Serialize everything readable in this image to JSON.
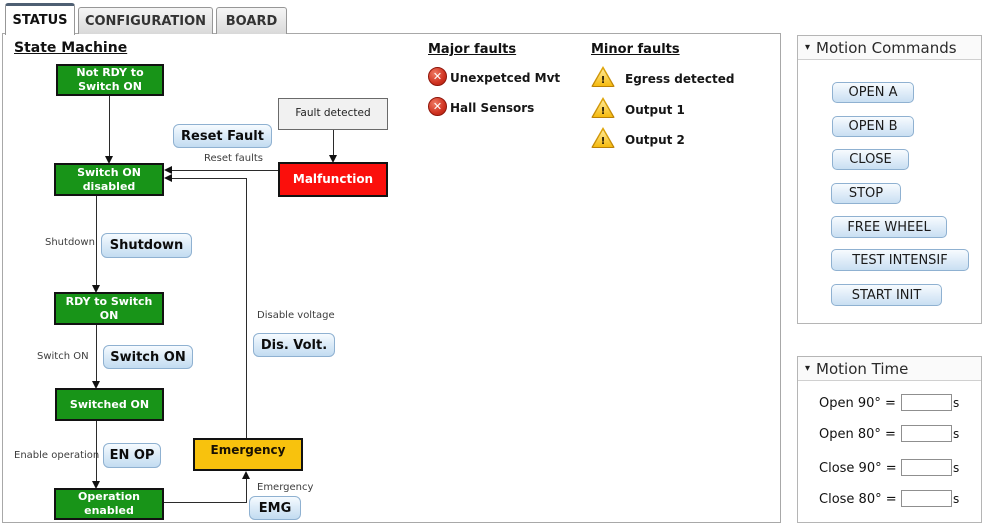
{
  "tabs": [
    {
      "label": "STATUS",
      "active": true
    },
    {
      "label": "CONFIGURATION",
      "active": false
    },
    {
      "label": "BOARD",
      "active": false
    }
  ],
  "state_machine": {
    "title": "State Machine",
    "states": {
      "not_rdy": "Not RDY to\nSwitch ON",
      "switch_on_disabled": "Switch ON\ndisabled",
      "rdy_to_switch_on": "RDY to Switch\nON",
      "switched_on": "Switched ON",
      "operation_enabled": "Operation\nenabled",
      "malfunction": "Malfunction",
      "emergency": "Emergency",
      "fault_detected": "Fault detected"
    },
    "buttons": {
      "reset_fault": "Reset Fault",
      "shutdown": "Shutdown",
      "switch_on": "Switch ON",
      "dis_volt": "Dis. Volt.",
      "en_op": "EN OP",
      "emg": "EMG"
    },
    "edge_labels": {
      "reset_faults": "Reset faults",
      "shutdown": "Shutdown",
      "switch_on": "Switch ON",
      "disable_voltage": "Disable voltage",
      "enable_operation": "Enable operation",
      "emergency": "Emergency"
    }
  },
  "major_faults": {
    "title": "Major faults",
    "items": [
      "Unexpetced Mvt",
      "Hall Sensors"
    ]
  },
  "minor_faults": {
    "title": "Minor faults",
    "items": [
      "Egress detected",
      "Output 1",
      "Output 2"
    ]
  },
  "motion_commands": {
    "title": "Motion Commands",
    "buttons": [
      "OPEN A",
      "OPEN B",
      "CLOSE",
      "STOP",
      "FREE WHEEL",
      "TEST INTENSIF",
      "START INIT"
    ]
  },
  "motion_time": {
    "title": "Motion Time",
    "rows": [
      {
        "label": "Open 90° =",
        "value": "",
        "unit": "s"
      },
      {
        "label": "Open 80° =",
        "value": "",
        "unit": "s"
      },
      {
        "label": "Close 90° =",
        "value": "",
        "unit": "s"
      },
      {
        "label": "Close 80° =",
        "value": "",
        "unit": "s"
      }
    ]
  },
  "icons": {
    "collapse": "▾",
    "major_fault": "✕",
    "minor_fault": "!"
  },
  "colors": {
    "state_green": "#189418",
    "fault_red": "#fb0f0c",
    "emergency_yellow": "#f8c20d",
    "major_fault_icon": "#cf3220",
    "minor_fault_icon": "#f6ba0e",
    "button_blue_border": "#8fb1d1",
    "active_tab_accent": "#4e5f73"
  }
}
